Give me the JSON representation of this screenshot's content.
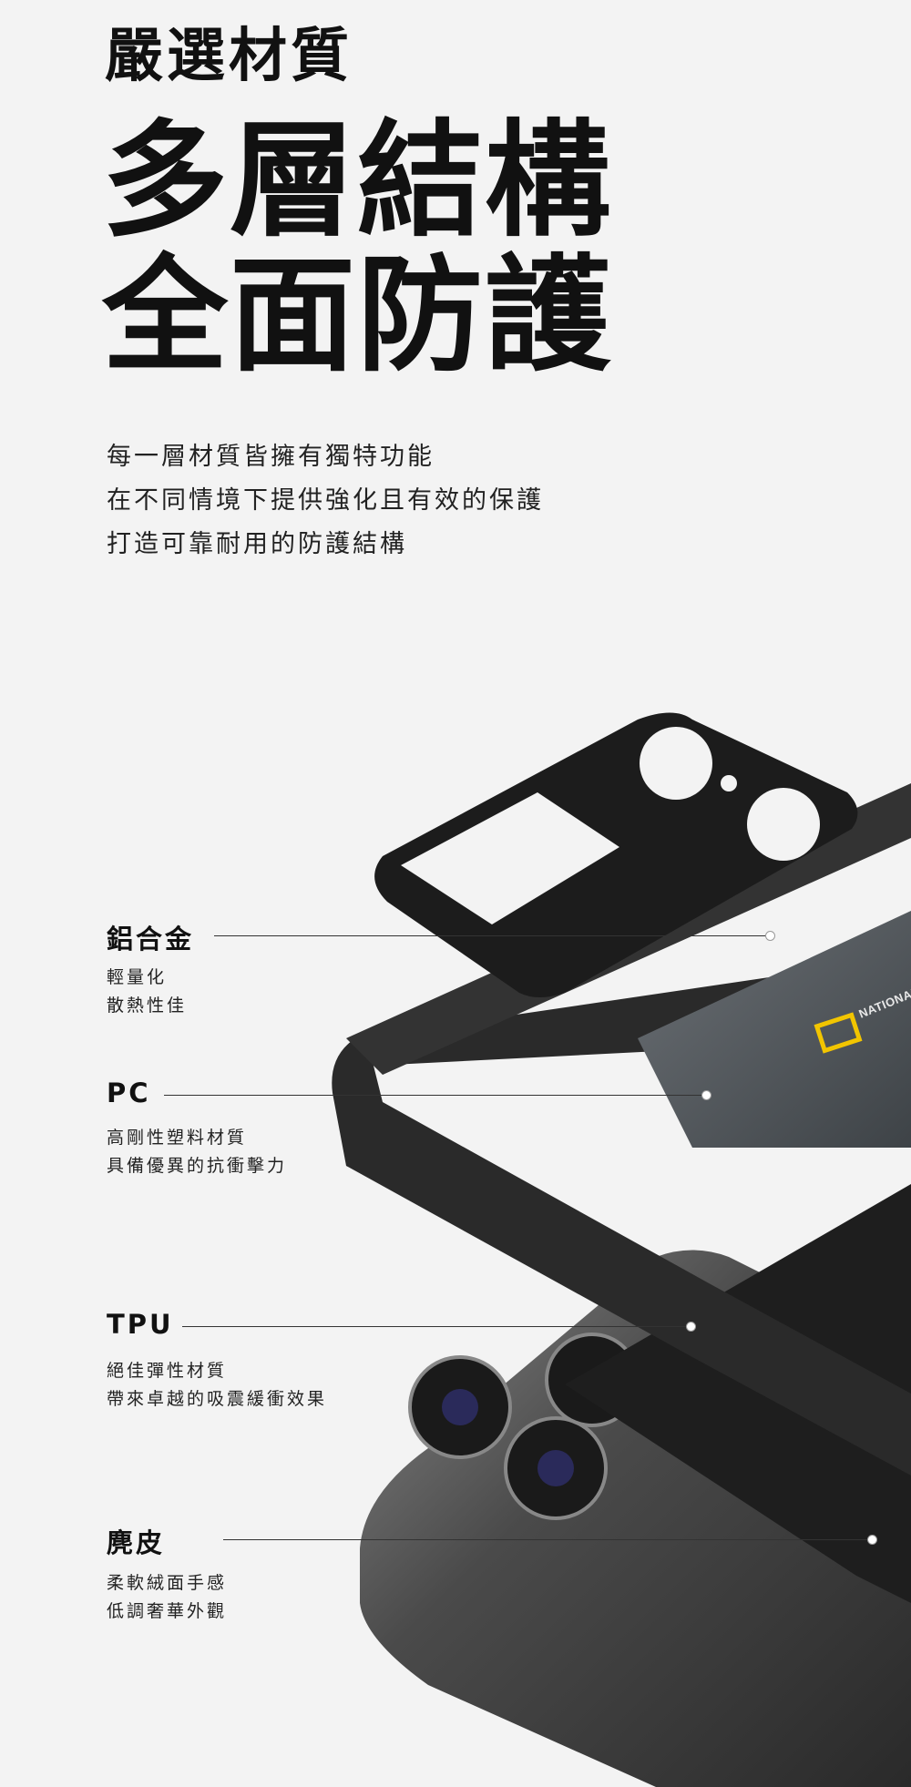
{
  "eyebrow": "嚴選材質",
  "hero": {
    "line1": "多層結構",
    "line2": "全面防護"
  },
  "intro": [
    "每一層材質皆擁有獨特功能",
    "在不同情境下提供強化且有效的保護",
    "打造可靠耐用的防護結構"
  ],
  "layers": [
    {
      "title": "鋁合金",
      "desc": [
        "輕量化",
        "散熱性佳"
      ]
    },
    {
      "title": "PC",
      "desc": [
        "高剛性塑料材質",
        "具備優異的抗衝擊力"
      ]
    },
    {
      "title": "TPU",
      "desc": [
        "絕佳彈性材質",
        "帶來卓越的吸震緩衝效果"
      ]
    },
    {
      "title": "麂皮",
      "desc": [
        "柔軟絨面手感",
        "低調奢華外觀"
      ]
    }
  ],
  "brand_logo_text": "NATIONAL GEOGRAPHIC"
}
